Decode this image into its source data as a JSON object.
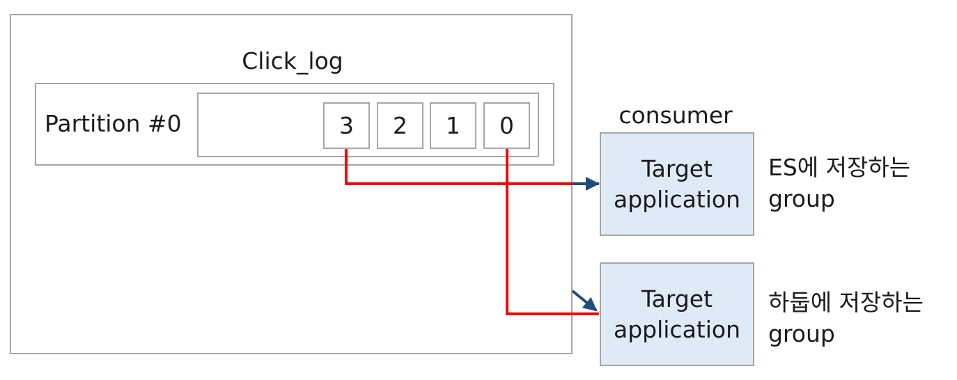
{
  "topic": {
    "name": "Click_log",
    "partition_label": "Partition #0",
    "offsets": [
      "3",
      "2",
      "1",
      "0"
    ]
  },
  "consumer": {
    "label": "consumer",
    "apps": [
      {
        "line1": "Target",
        "line2": "application",
        "group_line1": "ES에 저장하는",
        "group_line2": "group"
      },
      {
        "line1": "Target",
        "line2": "application",
        "group_line1": "하둡에 저장하는",
        "group_line2": "group"
      }
    ]
  },
  "colors": {
    "border": "#a6a6a6",
    "app_fill": "#deebf7",
    "read_line": "#ff0000",
    "arrow": "#1f4e79"
  }
}
